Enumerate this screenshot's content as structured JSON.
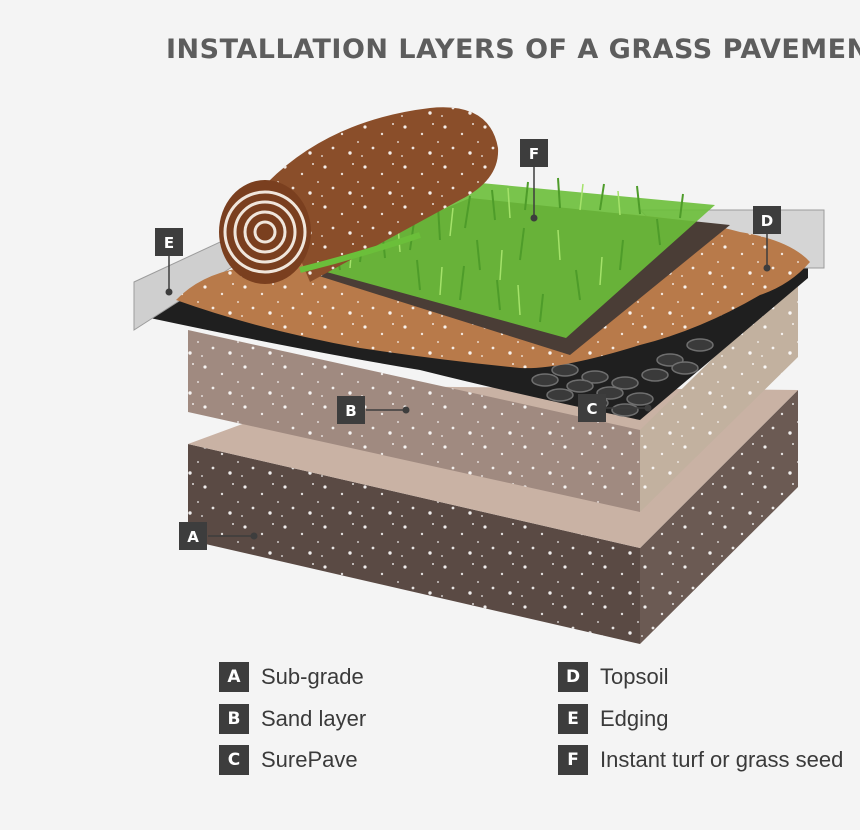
{
  "title": "INSTALLATION LAYERS OF A GRASS PAVEMENT",
  "legend": [
    {
      "key": "A",
      "label": "Sub-grade"
    },
    {
      "key": "B",
      "label": "Sand layer"
    },
    {
      "key": "C",
      "label": "SurePave"
    },
    {
      "key": "D",
      "label": "Topsoil"
    },
    {
      "key": "E",
      "label": "Edging"
    },
    {
      "key": "F",
      "label": "Instant turf or grass seed"
    }
  ],
  "colors": {
    "subgrade": "#5a4a44",
    "sand": "#a08a80",
    "surepave": "#1f1f1f",
    "topsoil": "#b87a4a",
    "edging": "#cfcfcf",
    "turf_roll": "#8a4e2a",
    "grass": "#6bbf3a",
    "badge": "#3d3d3d",
    "title": "#5d5d5d"
  }
}
